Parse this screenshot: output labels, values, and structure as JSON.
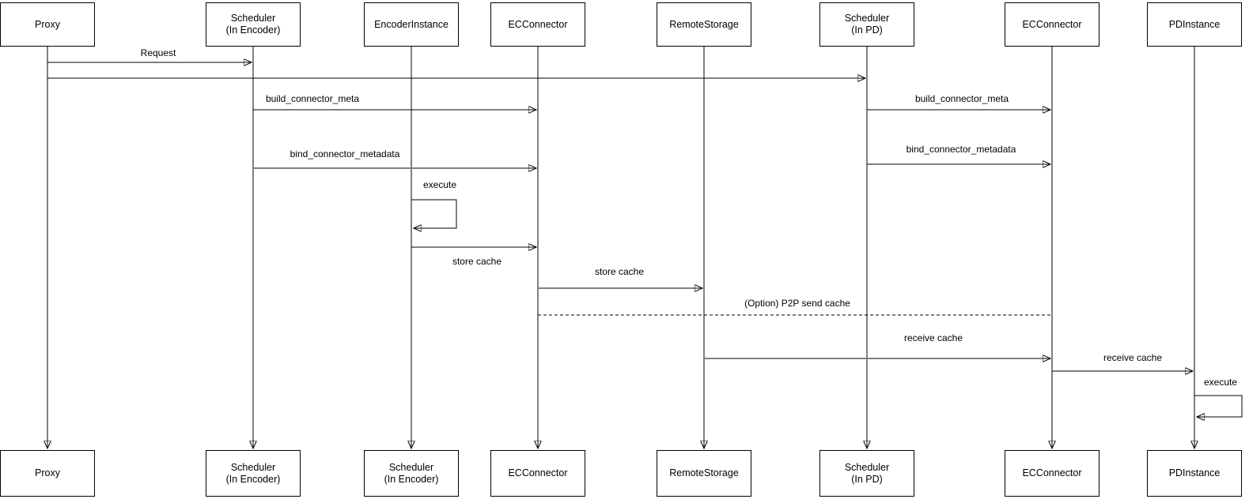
{
  "diagram": {
    "type": "uml-sequence-diagram",
    "background_color": "#ffffff",
    "line_color": "#000000",
    "muted_line_color": "#808080",
    "actors": [
      {
        "id": "proxy",
        "top_label": "Proxy",
        "bottom_label": "Proxy"
      },
      {
        "id": "scheduler-encoder",
        "top_label": "Scheduler\n(In Encoder)",
        "bottom_label": "Scheduler\n(In Encoder)"
      },
      {
        "id": "encoder-instance",
        "top_label": "EncoderInstance",
        "bottom_label": "Scheduler\n(In Encoder)"
      },
      {
        "id": "ec-connector-enc",
        "top_label": "ECConnector",
        "bottom_label": "ECConnector"
      },
      {
        "id": "remote-storage",
        "top_label": "RemoteStorage",
        "bottom_label": "RemoteStorage"
      },
      {
        "id": "scheduler-pd",
        "top_label": "Scheduler\n(In PD)",
        "bottom_label": "Scheduler\n(In PD)"
      },
      {
        "id": "ec-connector-pd",
        "top_label": "ECConnector",
        "bottom_label": "ECConnector"
      },
      {
        "id": "pd-instance",
        "top_label": "PDInstance",
        "bottom_label": "PDInstance"
      }
    ],
    "messages": [
      {
        "label": "Request",
        "from": "Proxy",
        "to": "Scheduler (In Encoder)",
        "style": "solid"
      },
      {
        "label": "",
        "from": "Proxy",
        "to": "Scheduler (In PD)",
        "style": "solid"
      },
      {
        "label": "build_connector_meta",
        "from": "Scheduler (In Encoder)",
        "to": "ECConnector",
        "style": "solid"
      },
      {
        "label": "bind_connector_metadata",
        "from": "Scheduler (In Encoder)",
        "to": "ECConnector",
        "style": "solid"
      },
      {
        "label": "build_connector_meta",
        "from": "Scheduler (In PD)",
        "to": "ECConnector",
        "style": "solid"
      },
      {
        "label": "bind_connector_metadata",
        "from": "Scheduler (In PD)",
        "to": "ECConnector",
        "style": "solid"
      },
      {
        "label": "execute",
        "from": "EncoderInstance",
        "to": "EncoderInstance",
        "style": "self-loop"
      },
      {
        "label": "store cache",
        "from": "EncoderInstance",
        "to": "ECConnector",
        "style": "solid",
        "label_position": "below"
      },
      {
        "label": "store cache",
        "from": "ECConnector",
        "to": "RemoteStorage",
        "style": "solid"
      },
      {
        "label": "(Option) P2P send cache",
        "from": "ECConnector",
        "to": "ECConnector (PD side)",
        "style": "dashed"
      },
      {
        "label": "receive cache",
        "from": "RemoteStorage",
        "to": "ECConnector (PD side)",
        "style": "solid"
      },
      {
        "label": "receive cache",
        "from": "ECConnector (PD side)",
        "to": "PDInstance",
        "style": "solid"
      },
      {
        "label": "execute",
        "from": "PDInstance",
        "to": "PDInstance",
        "style": "self-loop"
      }
    ]
  }
}
